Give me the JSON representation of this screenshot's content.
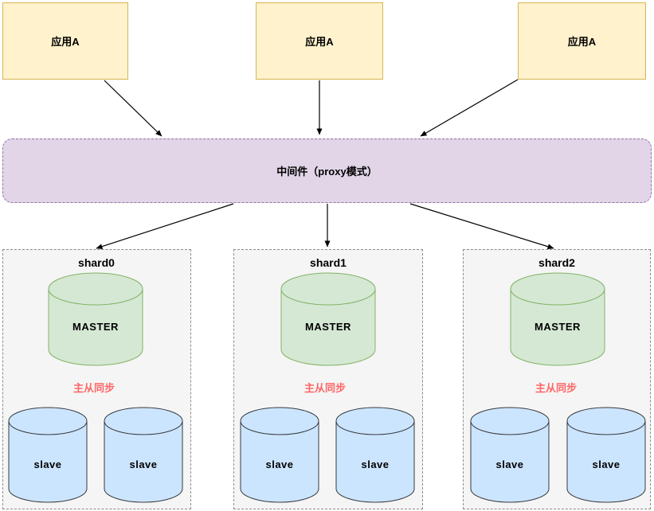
{
  "diagram": {
    "apps": [
      {
        "label": "应用A"
      },
      {
        "label": "应用A"
      },
      {
        "label": "应用A"
      }
    ],
    "middleware": {
      "label": "中间件（proxy模式）"
    },
    "shards": [
      {
        "title": "shard0",
        "master_label": "MASTER",
        "sync_label": "主从同步",
        "slaves": [
          "slave",
          "slave"
        ]
      },
      {
        "title": "shard1",
        "master_label": "MASTER",
        "sync_label": "主从同步",
        "slaves": [
          "slave",
          "slave"
        ]
      },
      {
        "title": "shard2",
        "master_label": "MASTER",
        "sync_label": "主从同步",
        "slaves": [
          "slave",
          "slave"
        ]
      }
    ],
    "colors": {
      "app_fill": "#FFF2CC",
      "app_border": "#D6B656",
      "middleware_fill": "#E1D5E7",
      "middleware_border": "#9673A6",
      "shard_fill": "#F5F5F5",
      "shard_border": "#8C8C8C",
      "master_fill": "#D5E8D4",
      "master_border": "#82B366",
      "slave_fill": "#CCE5FF",
      "slave_border": "#36393D",
      "sync_text": "#FF6666",
      "arrow": "#000000"
    }
  }
}
